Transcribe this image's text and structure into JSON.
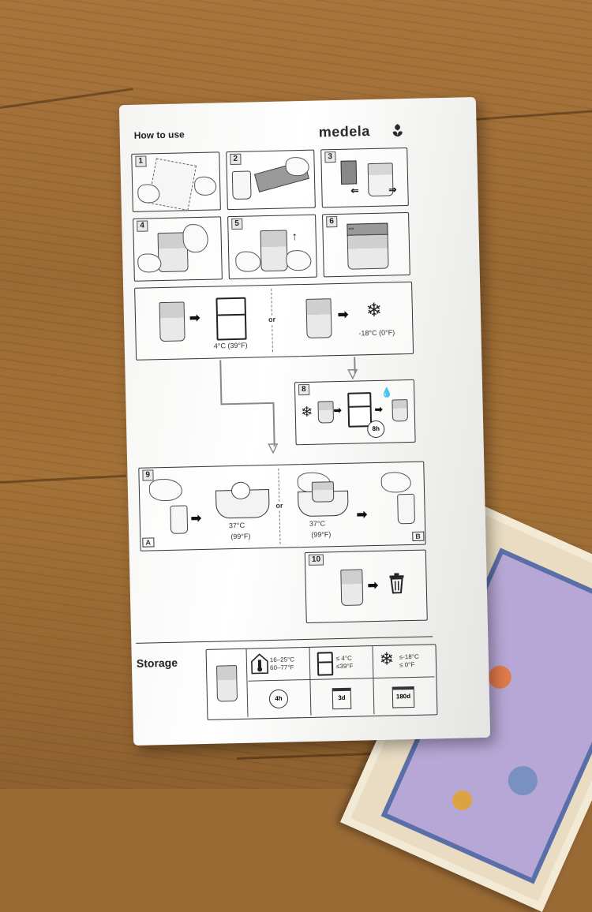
{
  "header": {
    "title": "How to use",
    "brand": "medela"
  },
  "steps": [
    {
      "num": "1"
    },
    {
      "num": "2"
    },
    {
      "num": "3"
    },
    {
      "num": "4"
    },
    {
      "num": "5"
    },
    {
      "num": "6"
    }
  ],
  "step7": {
    "fridge_temp": "4°C (39°F)",
    "or_label": "or",
    "freezer_temp": "-18°C (0°F)"
  },
  "step8": {
    "num": "8",
    "thaw_time": "8h"
  },
  "step9": {
    "num": "9",
    "a_temp": "37°C",
    "a_temp_f": "(99°F)",
    "a_tag": "A",
    "or_label": "or",
    "b_temp": "37°C",
    "b_temp_f": "(99°F)",
    "b_tag": "B"
  },
  "step10": {
    "num": "10"
  },
  "storage": {
    "title": "Storage",
    "room_c": "16–25°C",
    "room_f": "60–77°F",
    "room_time": "4h",
    "fridge_c": "≤ 4°C",
    "fridge_f": "≤39°F",
    "fridge_time": "3d",
    "freezer_c": "≤-18°C",
    "freezer_f": "≤ 0°F",
    "freezer_time": "180d"
  },
  "icons": [
    "snowflake-icon",
    "fridge-icon",
    "trash-icon",
    "thermometer-icon",
    "calendar-icon",
    "clock-icon",
    "medela-logo-icon"
  ]
}
